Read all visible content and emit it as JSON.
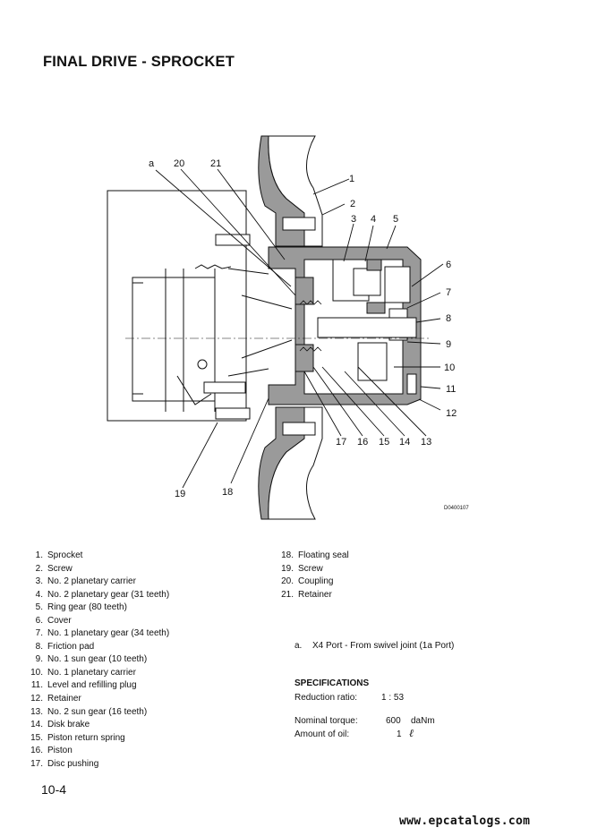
{
  "page": {
    "title": "FINAL DRIVE - SPROCKET",
    "drawing_code": "D0400107",
    "page_number": "10-4",
    "website": "www.epcatalogs.com"
  },
  "callouts": [
    "a",
    "20",
    "21",
    "1",
    "2",
    "3",
    "4",
    "5",
    "6",
    "7",
    "8",
    "9",
    "10",
    "11",
    "12",
    "13",
    "14",
    "15",
    "16",
    "17",
    "18",
    "19"
  ],
  "parts_left": [
    {
      "num": "1.",
      "name": "Sprocket"
    },
    {
      "num": "2.",
      "name": "Screw"
    },
    {
      "num": "3.",
      "name": "No. 2 planetary carrier"
    },
    {
      "num": "4.",
      "name": "No. 2 planetary gear (31 teeth)"
    },
    {
      "num": "5.",
      "name": "Ring gear (80 teeth)"
    },
    {
      "num": "6.",
      "name": "Cover"
    },
    {
      "num": "7.",
      "name": "No. 1 planetary gear (34 teeth)"
    },
    {
      "num": "8.",
      "name": "Friction pad"
    },
    {
      "num": "9.",
      "name": "No. 1 sun gear (10 teeth)"
    },
    {
      "num": "10.",
      "name": "No. 1 planetary carrier"
    },
    {
      "num": "11.",
      "name": "Level and refilling plug"
    },
    {
      "num": "12.",
      "name": "Retainer"
    },
    {
      "num": "13.",
      "name": "No. 2 sun gear (16 teeth)"
    },
    {
      "num": "14.",
      "name": "Disk brake"
    },
    {
      "num": "15.",
      "name": "Piston return spring"
    },
    {
      "num": "16.",
      "name": "Piston"
    },
    {
      "num": "17.",
      "name": "Disc pushing"
    }
  ],
  "parts_right": [
    {
      "num": "18.",
      "name": "Floating seal"
    },
    {
      "num": "19.",
      "name": "Screw"
    },
    {
      "num": "20.",
      "name": "Coupling"
    },
    {
      "num": "21.",
      "name": "Retainer"
    }
  ],
  "note": {
    "key": "a.",
    "text": "X4 Port - From swivel joint (1a Port)"
  },
  "specifications": {
    "heading": "SPECIFICATIONS",
    "reduction_label": "Reduction ratio:",
    "reduction_value": "1 : 53",
    "torque_label": "Nominal torque:",
    "torque_value": "600",
    "torque_unit": "daNm",
    "oil_label": "Amount of oil:",
    "oil_value": "1",
    "oil_unit": "ℓ"
  }
}
